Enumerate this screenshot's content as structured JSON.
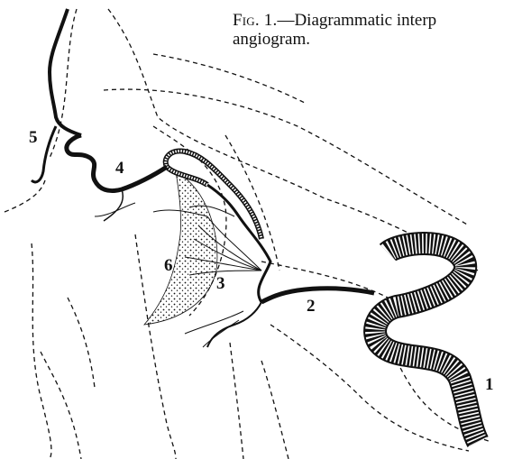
{
  "caption": {
    "figure_label": "Fig. 1.",
    "text": "—Diagrammatic interp",
    "line2": "angiogram."
  },
  "labels": {
    "n1": "1",
    "n2": "2",
    "n3": "3",
    "n4": "4",
    "n5": "5",
    "n6": "6"
  },
  "colors": {
    "ink": "#111111",
    "paper": "#ffffff"
  }
}
